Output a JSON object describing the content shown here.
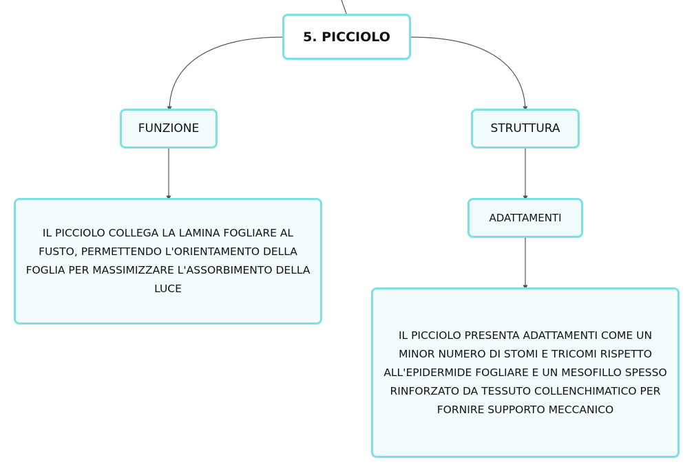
{
  "nodes": {
    "root": "5. PICCIOLO",
    "funzione": "FUNZIONE",
    "struttura": "STRUTTURA",
    "adattamenti": "ADATTAMENTI",
    "funzione_text": "IL PICCIOLO COLLEGA LA LAMINA FOGLIARE AL FUSTO, PERMETTENDO L'ORIENTAMENTO DELLA FOGLIA PER MASSIMIZZARE L'ASSORBIMENTO DELLA LUCE",
    "adattamenti_text": "IL PICCIOLO PRESENTA ADATTAMENTI COME UN MINOR NUMERO DI STOMI E TRICOMI RISPETTO ALL'EPIDERMIDE FOGLIARE E UN MESOFILLO SPESSO RINFORZATO DA TESSUTO COLLENCHIMATICO PER FORNIRE SUPPORTO MECCANICO"
  },
  "colors": {
    "node_border": "#7fdfe2",
    "node_fill": "#f3fcfd",
    "connector": "#555555"
  }
}
